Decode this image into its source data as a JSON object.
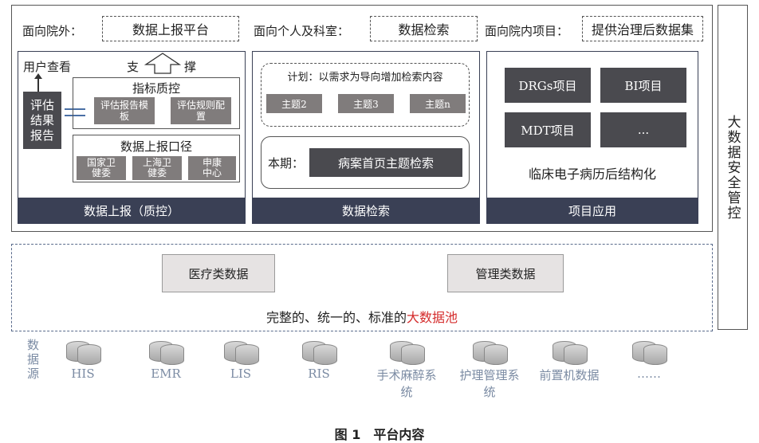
{
  "top": {
    "outside_label": "面向院外：",
    "outside_box": "数据上报平台",
    "personal_label": "面向个人及科室：",
    "personal_box": "数据检索",
    "project_label": "面向院内项目：",
    "project_box": "提供治理后数据集"
  },
  "panel_report": {
    "user_view": "用户查看",
    "support": "支",
    "support2": "撑",
    "indicator_title": "指标质控",
    "eval_results": "评估结果报告",
    "eval_template": "评估报告模板",
    "eval_rule": "评估规则配置",
    "report_caliber_title": "数据上报口径",
    "calibers": [
      "国家卫健委",
      "上海卫健委",
      "申康中心"
    ],
    "footer": "数据上报（质控）"
  },
  "panel_search": {
    "plan": "计划：以需求为导向增加检索内容",
    "topics": [
      "主题2",
      "主题3",
      "主题n"
    ],
    "current_label": "本期：",
    "current_btn": "病案首页主题检索",
    "footer": "数据检索"
  },
  "panel_project": {
    "items": [
      "DRGs项目",
      "BI项目",
      "MDT项目",
      "..."
    ],
    "emr_text": "临床电子病历后结构化",
    "footer": "项目应用"
  },
  "pool": {
    "medical": "医疗类数据",
    "management": "管理类数据",
    "desc_prefix": "完整的、统一的、标准的",
    "desc_highlight": "大数据池"
  },
  "sidebar": {
    "label": "大数据安全管控"
  },
  "sources": {
    "label": "数据源",
    "items": [
      "HIS",
      "EMR",
      "LIS",
      "RIS",
      "手术麻醉系统",
      "护理管理系统",
      "前置机数据",
      "……"
    ]
  },
  "caption": "图 1　平台内容",
  "colors": {
    "panel": "#3a4055",
    "highlight": "#d42a2a",
    "source_text": "#7b8ba3"
  }
}
